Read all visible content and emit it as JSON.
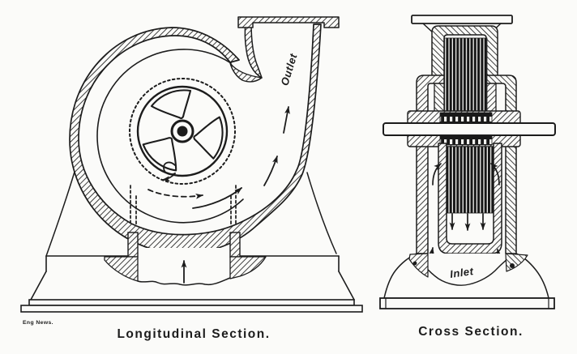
{
  "page": {
    "title": "Centrifugal pump sections diagram",
    "paper_color": "#fbfbf9",
    "ink_color": "#1c1c1c"
  },
  "figures": {
    "credit": "Eng News.",
    "left": {
      "caption": "Longitudinal Section.",
      "outlet_label": "Outlet"
    },
    "right": {
      "caption": "Cross Section.",
      "inlet_label": "Inlet"
    }
  }
}
